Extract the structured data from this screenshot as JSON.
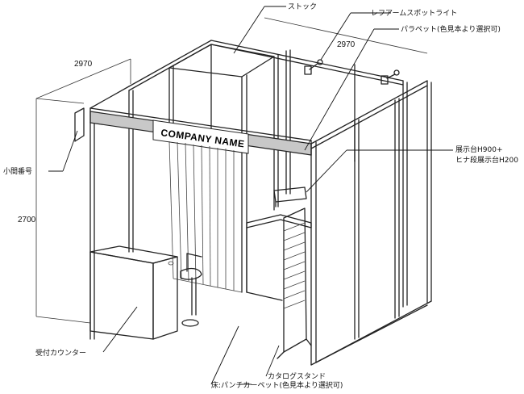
{
  "labels": {
    "stock": "ストック",
    "spotlight": "レフアームスポットライト",
    "parapet": "パラペット(色見本より選択可)",
    "display_stand": "展示台H900+",
    "hina_stand": "ヒナ段展示台H200",
    "booth_number": "小間番号",
    "reception_counter": "受付カウンター",
    "catalog_stand": "カタログスタンド",
    "floor": "床:パンチカーペット(色見本より選択可)"
  },
  "dimensions": {
    "width_left": "2970",
    "width_right": "2970",
    "height": "2700"
  },
  "fascia": {
    "company_name": "COMPANY NAME"
  },
  "colors": {
    "fascia_fill": "#c8c8c8",
    "line": "#222222"
  }
}
